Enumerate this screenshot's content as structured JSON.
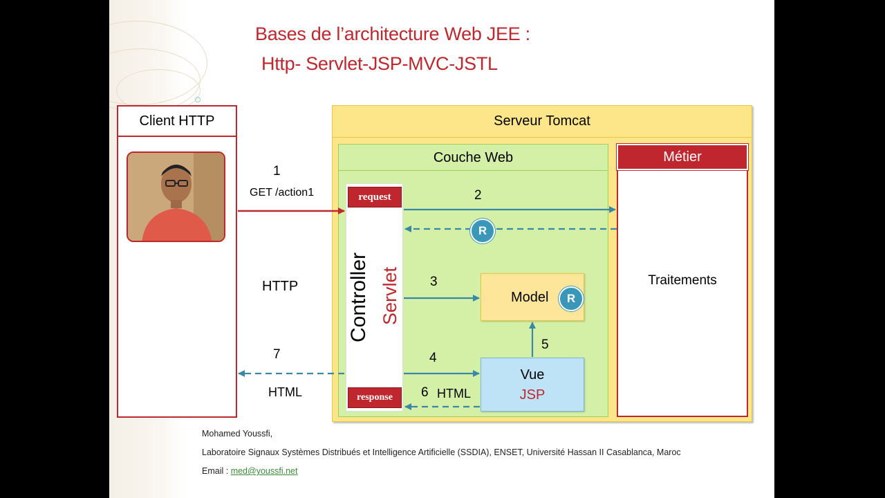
{
  "title": {
    "line1": "Bases de l’architecture Web JEE :",
    "line2": "Http- Servlet-JSP-MVC-JSTL"
  },
  "client": {
    "header": "Client HTTP",
    "http_label": "HTTP",
    "step1_num": "1",
    "step1_text": "GET /action1",
    "step7_num": "7",
    "step7_text": "HTML"
  },
  "server": {
    "header": "Serveur Tomcat",
    "web_layer": "Couche Web",
    "metier": "Métier",
    "traitements": "Traitements",
    "request_tag": "request",
    "response_tag": "response",
    "controller": "Controller",
    "servlet": "Servlet",
    "model": "Model",
    "vue": "Vue",
    "jsp": "JSP",
    "r_label": "R",
    "step2": "2",
    "step3": "3",
    "step4": "4",
    "step5": "5",
    "step6": "6",
    "step6_text": "HTML"
  },
  "footer": {
    "author": "Mohamed Youssfi,",
    "lab": "Laboratoire Signaux Systèmes Distribués et Intelligence Artificielle (SSDIA),  ENSET, Université Hassan II Casablanca, Maroc",
    "email_label": "Email : ",
    "email": "med@youssfi.net"
  },
  "colors": {
    "red": "#c0262e",
    "tomcat_yellow": "#fde58a",
    "web_green": "#d4efa6",
    "arrow_teal": "#3a88a6",
    "model_yellow": "#fde69a",
    "vue_blue": "#bfe3f6"
  }
}
